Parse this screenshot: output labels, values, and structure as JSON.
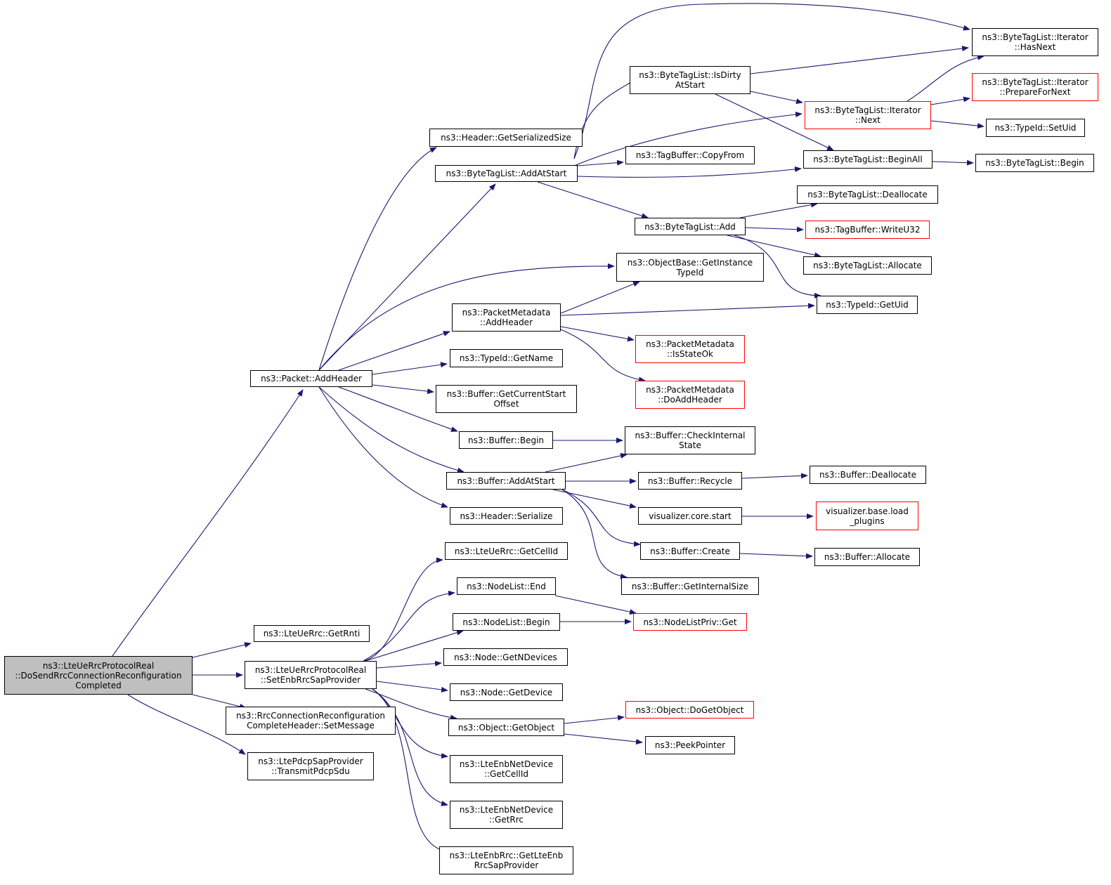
{
  "colors": {
    "edge": "#191970",
    "node_border": "#000000",
    "undocumented_border": "#ff0000",
    "root_fill": "#bfbfbf"
  },
  "nodes": {
    "root": {
      "lines": [
        "ns3::LteUeRrcProtocolReal",
        "::DoSendRrcConnectionReconfiguration",
        "Completed"
      ]
    },
    "packet_addheader": {
      "lines": [
        "ns3::Packet::AddHeader"
      ]
    },
    "ue_getrnti": {
      "lines": [
        "ns3::LteUeRrc::GetRnti"
      ]
    },
    "setenb": {
      "lines": [
        "ns3::LteUeRrcProtocolReal",
        "::SetEnbRrcSapProvider"
      ]
    },
    "rrcconn": {
      "lines": [
        "ns3::RrcConnectionReconfiguration",
        "CompleteHeader::SetMessage"
      ]
    },
    "transmit": {
      "lines": [
        "ns3::LtePdcpSapProvider",
        "::TransmitPdcpSdu"
      ]
    },
    "header_getsize": {
      "lines": [
        "ns3::Header::GetSerializedSize"
      ]
    },
    "btl_addatstart": {
      "lines": [
        "ns3::ByteTagList::AddAtStart"
      ]
    },
    "pm_addheader": {
      "lines": [
        "ns3::PacketMetadata",
        "::AddHeader"
      ]
    },
    "typeid_getname": {
      "lines": [
        "ns3::TypeId::GetName"
      ]
    },
    "buf_curstart": {
      "lines": [
        "ns3::Buffer::GetCurrentStart",
        "Offset"
      ]
    },
    "buf_begin": {
      "lines": [
        "ns3::Buffer::Begin"
      ]
    },
    "buf_addatstart": {
      "lines": [
        "ns3::Buffer::AddAtStart"
      ]
    },
    "header_serialize": {
      "lines": [
        "ns3::Header::Serialize"
      ]
    },
    "ue_getcellid": {
      "lines": [
        "ns3::LteUeRrc::GetCellId"
      ]
    },
    "nodelist_end": {
      "lines": [
        "ns3::NodeList::End"
      ]
    },
    "nodelist_begin": {
      "lines": [
        "ns3::NodeList::Begin"
      ]
    },
    "node_getndevices": {
      "lines": [
        "ns3::Node::GetNDevices"
      ]
    },
    "node_getdevice": {
      "lines": [
        "ns3::Node::GetDevice"
      ]
    },
    "object_getobject": {
      "lines": [
        "ns3::Object::GetObject"
      ]
    },
    "enbnd_getcellid": {
      "lines": [
        "ns3::LteEnbNetDevice",
        "::GetCellId"
      ]
    },
    "enbnd_getrrc": {
      "lines": [
        "ns3::LteEnbNetDevice",
        "::GetRrc"
      ]
    },
    "enbrrc_getsap": {
      "lines": [
        "ns3::LteEnbRrc::GetLteEnb",
        "RrcSapProvider"
      ]
    },
    "btl_isdirty": {
      "lines": [
        "ns3::ByteTagList::IsDirty",
        "AtStart"
      ]
    },
    "tagbuf_copyfrom": {
      "lines": [
        "ns3::TagBuffer::CopyFrom"
      ]
    },
    "btl_add": {
      "lines": [
        "ns3::ByteTagList::Add"
      ]
    },
    "ob_getinstance": {
      "lines": [
        "ns3::ObjectBase::GetInstance",
        "TypeId"
      ]
    },
    "pm_isstateok": {
      "lines": [
        "ns3::PacketMetadata",
        "::IsStateOk"
      ]
    },
    "pm_doaddheader": {
      "lines": [
        "ns3::PacketMetadata",
        "::DoAddHeader"
      ]
    },
    "buf_checkinternal": {
      "lines": [
        "ns3::Buffer::CheckInternal",
        "State"
      ]
    },
    "buf_recycle": {
      "lines": [
        "ns3::Buffer::Recycle"
      ]
    },
    "vis_core_start": {
      "lines": [
        "visualizer.core.start"
      ]
    },
    "buf_create": {
      "lines": [
        "ns3::Buffer::Create"
      ]
    },
    "buf_getinternalsize": {
      "lines": [
        "ns3::Buffer::GetInternalSize"
      ]
    },
    "nodelistpriv_get": {
      "lines": [
        "ns3::NodeListPriv::Get"
      ]
    },
    "obj_dogetobject": {
      "lines": [
        "ns3::Object::DoGetObject"
      ]
    },
    "peekpointer": {
      "lines": [
        "ns3::PeekPointer"
      ]
    },
    "it_next": {
      "lines": [
        "ns3::ByteTagList::Iterator",
        "::Next"
      ]
    },
    "btl_beginall": {
      "lines": [
        "ns3::ByteTagList::BeginAll"
      ]
    },
    "btl_dealloc": {
      "lines": [
        "ns3::ByteTagList::Deallocate"
      ]
    },
    "tagbuf_writeu32": {
      "lines": [
        "ns3::TagBuffer::WriteU32"
      ]
    },
    "btl_alloc": {
      "lines": [
        "ns3::ByteTagList::Allocate"
      ]
    },
    "typeid_getuid": {
      "lines": [
        "ns3::TypeId::GetUid"
      ]
    },
    "buf_dealloc": {
      "lines": [
        "ns3::Buffer::Deallocate"
      ]
    },
    "vis_base_load": {
      "lines": [
        "visualizer.base.load",
        "_plugins"
      ]
    },
    "buf_alloc": {
      "lines": [
        "ns3::Buffer::Allocate"
      ]
    },
    "it_hasnext": {
      "lines": [
        "ns3::ByteTagList::Iterator",
        "::HasNext"
      ]
    },
    "it_prepare": {
      "lines": [
        "ns3::ByteTagList::Iterator",
        "::PrepareForNext"
      ]
    },
    "typeid_setuid": {
      "lines": [
        "ns3::TypeId::SetUid"
      ]
    },
    "btl_begin": {
      "lines": [
        "ns3::ByteTagList::Begin"
      ]
    }
  }
}
